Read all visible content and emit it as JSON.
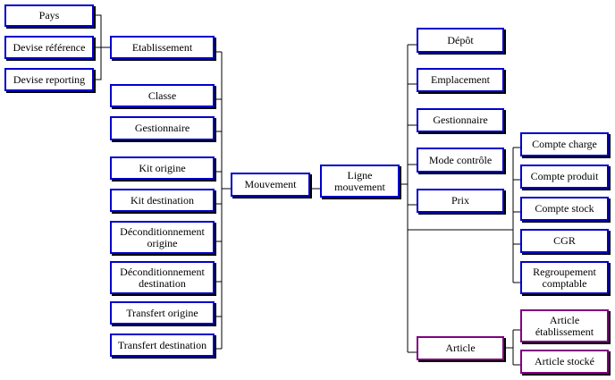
{
  "colors": {
    "box_border": "#0000cc",
    "article_border": "#800080",
    "shadow": "#000000",
    "line": "#000000"
  },
  "nodes": {
    "pays": "Pays",
    "devise_reference": "Devise référence",
    "devise_reporting": "Devise reporting",
    "etablissement": "Etablissement",
    "classe": "Classe",
    "gestionnaire_left": "Gestionnaire",
    "kit_origine": "Kit origine",
    "kit_destination": "Kit destination",
    "deconditionnement_origine": "Déconditionnement origine",
    "deconditionnement_destination": "Déconditionnement destination",
    "transfert_origine": "Transfert origine",
    "transfert_destination": "Transfert destination",
    "mouvement": "Mouvement",
    "ligne_mouvement": "Ligne mouvement",
    "depot": "Dépôt",
    "emplacement": "Emplacement",
    "gestionnaire_right": "Gestionnaire",
    "mode_controle": "Mode contrôle",
    "prix": "Prix",
    "article": "Article",
    "compte_charge": "Compte charge",
    "compte_produit": "Compte produit",
    "compte_stock": "Compte stock",
    "cgr": "CGR",
    "regroupement_comptable": "Regroupement comptable",
    "article_etablissement": "Article établissement",
    "article_stocke": "Article stocké"
  }
}
